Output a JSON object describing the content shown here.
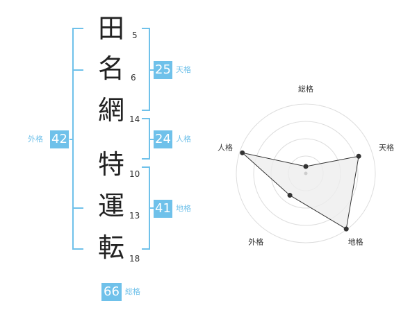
{
  "characters": [
    {
      "char": "田",
      "strokes": "5"
    },
    {
      "char": "名",
      "strokes": "6"
    },
    {
      "char": "網",
      "strokes": "14"
    },
    {
      "char": "特",
      "strokes": "10"
    },
    {
      "char": "運",
      "strokes": "13"
    },
    {
      "char": "転",
      "strokes": "18"
    }
  ],
  "scores": {
    "tenkaku": {
      "label": "天格",
      "value": "25"
    },
    "jinkaku": {
      "label": "人格",
      "value": "24"
    },
    "chikaku": {
      "label": "地格",
      "value": "41"
    },
    "gaikaku": {
      "label": "外格",
      "value": "42"
    },
    "soukaku": {
      "label": "総格",
      "value": "66"
    }
  },
  "chart_data": {
    "type": "radar",
    "axes": [
      "総格",
      "天格",
      "地格",
      "外格",
      "人格"
    ],
    "values": [
      0.1,
      0.8,
      0.99,
      0.39,
      0.96
    ],
    "range": [
      0,
      1
    ],
    "rings": 4,
    "colors": {
      "accent": "#6fc1ea",
      "line": "#333333",
      "fill": "#eeeeee",
      "grid": "#dddddd"
    }
  }
}
